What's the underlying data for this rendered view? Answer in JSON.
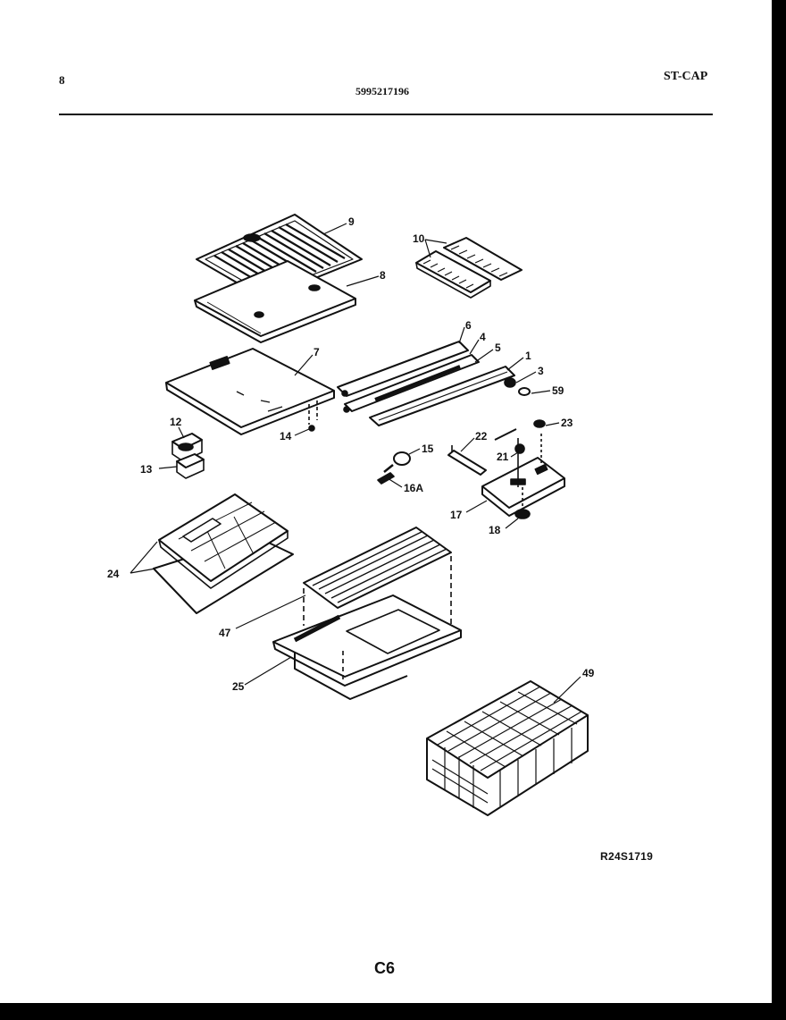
{
  "header": {
    "left": "8",
    "center": "5995217196",
    "right": "ST-CAP"
  },
  "callouts": {
    "c9": "9",
    "c8": "8",
    "c10": "10",
    "c7": "7",
    "c6": "6",
    "c4": "4",
    "c5": "5",
    "c1": "1",
    "c3": "3",
    "c59": "59",
    "c12": "12",
    "c13": "13",
    "c14": "14",
    "c15": "15",
    "c16a": "16A",
    "c22": "22",
    "c21": "21",
    "c23": "23",
    "c17": "17",
    "c18": "18",
    "c24": "24",
    "c47": "47",
    "c25": "25",
    "c49": "49"
  },
  "footer": {
    "ref_code": "R24S1719",
    "page_code": "C6"
  }
}
